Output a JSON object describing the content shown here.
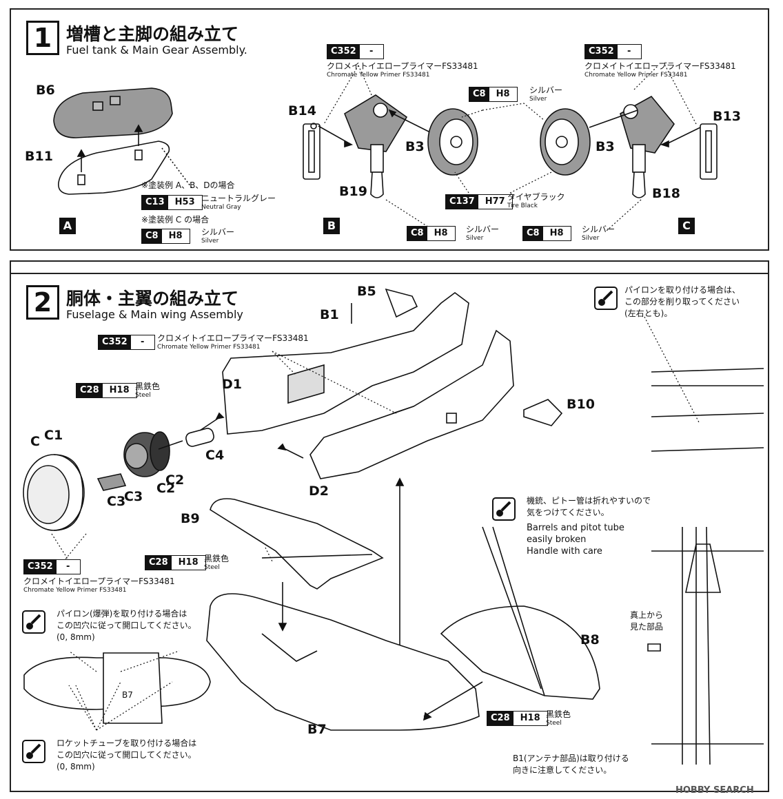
{
  "step1": {
    "number": "1",
    "title_jp": "増槽と主脚の組み立て",
    "title_en": "Fuel tank & Main Gear Assembly.",
    "parts": {
      "b6": "B6",
      "b11": "B11",
      "b14": "B14",
      "b3_left": "B3",
      "b19": "B19",
      "b3_right": "B3",
      "b13": "B13",
      "b18": "B18"
    },
    "sub_labels": {
      "a": "A",
      "b": "B",
      "c": "C"
    },
    "paint_note_abd": "※塗装例 A、B、Dの場合",
    "paint_note_c": "※塗装例 C の場合",
    "codes": [
      {
        "k": "C13",
        "w": "H53",
        "jp": "ニュートラルグレー",
        "en": "Neutral Gray"
      },
      {
        "k": "C8",
        "w": "H8",
        "jp": "シルバー",
        "en": "Silver"
      },
      {
        "k": "C352",
        "w": "-",
        "jp": "クロメイトイエロープライマーFS33481",
        "en": "Chromate Yellow Primer FS33481"
      },
      {
        "k": "C352",
        "w": "-",
        "jp": "クロメイトイエロープライマーFS33481",
        "en": "Chromate Yellow Primer FS33481"
      },
      {
        "k": "C8",
        "w": "H8",
        "jp": "シルバー",
        "en": "Silver"
      },
      {
        "k": "C137",
        "w": "H77",
        "jp": "タイヤブラック",
        "en": "Tire Black"
      },
      {
        "k": "C8",
        "w": "H8",
        "jp": "シルバー",
        "en": "Silver"
      },
      {
        "k": "C8",
        "w": "H8",
        "jp": "シルバー",
        "en": "Silver"
      }
    ]
  },
  "step2": {
    "number": "2",
    "title_jp": "胴体・主翼の組み立て",
    "title_en": "Fuselage & Main wing Assembly",
    "parts": {
      "b5": "B5",
      "b1": "B1",
      "d1": "D1",
      "b10": "B10",
      "c1a": "C",
      "c1b": "C1",
      "c4": "C4",
      "c2a": "C2",
      "c2b": "C2",
      "c3a": "C3",
      "c3b": "C3",
      "d2": "D2",
      "b9": "B9",
      "b8": "B8",
      "b7": "B7",
      "b7_small": "B7"
    },
    "codes": [
      {
        "k": "C352",
        "w": "-",
        "jp": "クロメイトイエロープライマーFS33481",
        "en": "Chromate Yellow Primer FS33481"
      },
      {
        "k": "C28",
        "w": "H18",
        "jp": "黒鉄色",
        "en": "Steel"
      },
      {
        "k": "C352",
        "w": "-",
        "jp": "クロメイトイエロープライマーFS33481",
        "en": "Chromate Yellow Primer FS33481"
      },
      {
        "k": "C28",
        "w": "H18",
        "jp": "黒鉄色",
        "en": "Steel"
      },
      {
        "k": "C28",
        "w": "H18",
        "jp": "黒鉄色",
        "en": "Steel"
      }
    ],
    "notes": {
      "pylon_cut": [
        "パイロンを取り付ける場合は、",
        "この部分を削り取ってください",
        "(左右とも)。"
      ],
      "barrels_jp": [
        "機銃、ピトー管は折れやすいので",
        "気をつけてください。"
      ],
      "barrels_en": [
        "Barrels and pitot tube",
        "easily broken",
        "Handle with care"
      ],
      "pylon_bomb": [
        "パイロン(爆弾)を取り付ける場合は",
        "この凹穴に従って開口してください。",
        "(0, 8mm)"
      ],
      "rocket_tube": [
        "ロケットチューブを取り付ける場合は",
        "この凹穴に従って開口してください。",
        "(0, 8mm)"
      ],
      "top_view": [
        "真上から",
        "見た部品"
      ],
      "antenna": [
        "B1(アンテナ部品)は取り付ける",
        "向きに注意してください。"
      ]
    }
  },
  "watermark": "HOBBY SEARCH",
  "colors": {
    "ink": "#111111",
    "gray_fill": "#9a9a9a",
    "paper": "#ffffff"
  }
}
